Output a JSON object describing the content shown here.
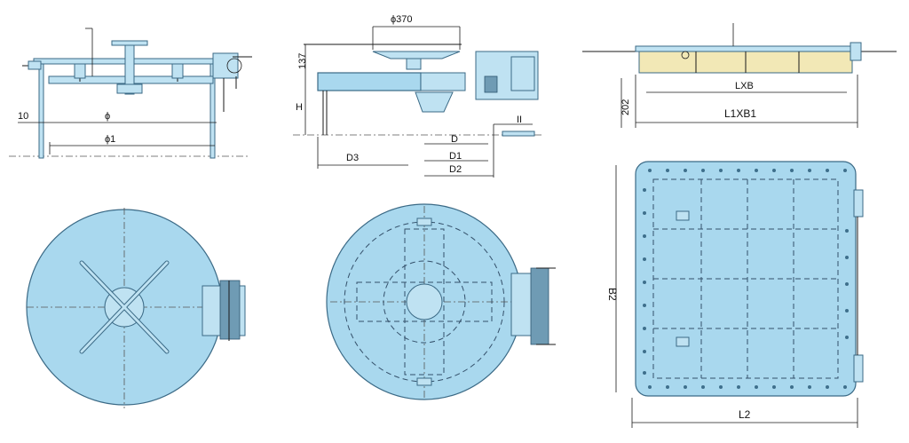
{
  "labels": {
    "view1": {
      "d10": "10",
      "phi": "ϕ",
      "phi1": "ϕ1"
    },
    "view2": {
      "phi370": "ϕ370",
      "h137": "137",
      "h": "H",
      "d3": "D3",
      "d": "D",
      "d1": "D1",
      "d2": "D2",
      "ii": "II"
    },
    "view3": {
      "lxb": "LXB",
      "l1xb1": "L1XB1",
      "dim202": "202"
    },
    "view6": {
      "b2": "B2",
      "l2": "L2"
    }
  },
  "colors": {
    "plate": "#a9d8ee",
    "steel": "#bfe2f2",
    "sand": "#f2e8b6",
    "outline": "#3b6a86"
  }
}
